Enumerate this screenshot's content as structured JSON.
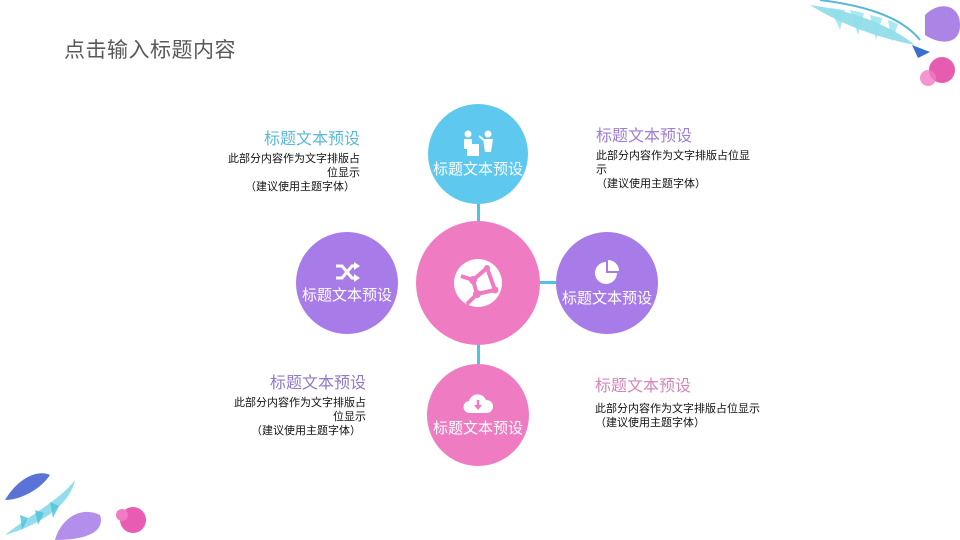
{
  "slide": {
    "title": "点击输入标题内容"
  },
  "colors": {
    "blue": "#5ec8ef",
    "purple": "#a87ce8",
    "pink": "#ef7cc2",
    "connector": "#4fc3e6",
    "title_text": "#595959"
  },
  "center": {
    "icon": "network-globe-icon"
  },
  "nodes": [
    {
      "position": "top",
      "label": "标题文本预设",
      "icon": "meeting-people-icon"
    },
    {
      "position": "left",
      "label": "标题文本预设",
      "icon": "shuffle-arrows-icon"
    },
    {
      "position": "right",
      "label": "标题文本预设",
      "icon": "pie-chart-icon"
    },
    {
      "position": "bottom",
      "label": "标题文本预设",
      "icon": "cloud-download-icon"
    }
  ],
  "text_blocks": [
    {
      "position": "top-left",
      "heading": "标题文本预设",
      "body_line1": "此部分内容作为文字排版占",
      "body_line2": "位显示",
      "body_line3": "（建议使用主题字体）"
    },
    {
      "position": "top-right",
      "heading": "标题文本预设",
      "body_line1": "此部分内容作为文字排版占位显",
      "body_line2": "示",
      "body_line3": "（建议使用主题字体）"
    },
    {
      "position": "bottom-left",
      "heading": "标题文本预设",
      "body_line1": "此部分内容作为文字排版占",
      "body_line2": "位显示",
      "body_line3": "（建议使用主题字体）"
    },
    {
      "position": "bottom-right",
      "heading": "标题文本预设",
      "body_line1": "此部分内容作为文字排版占位显示",
      "body_line2": "（建议使用主题字体）"
    }
  ]
}
